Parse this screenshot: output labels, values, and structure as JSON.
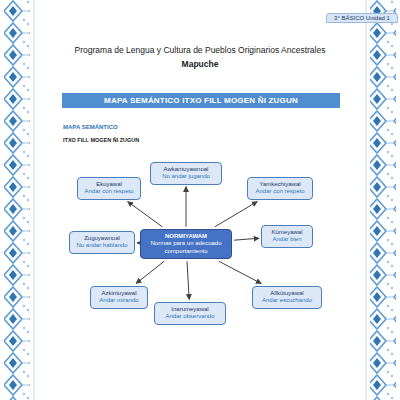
{
  "diagram": {
    "title": "Programa de Lengua y Cultura de Pueblos Originarios Ancestrales",
    "nodes": [
      {
        "text": [
          "3° BÁSICO Unidad 1"
        ]
      },
      {
        "text": [
          "MAPA SEMÁNTICO ITXO FILL MOGEN ÑI ZUGUN"
        ]
      },
      {
        "text": [
          "Awkantuyawnoal",
          "No andar jugando"
        ]
      },
      {
        "text": [
          "Ekuyawal",
          "Andar con respeto"
        ]
      },
      {
        "text": [
          "Yamkechiyawal",
          "Andar con respeto"
        ]
      },
      {
        "text": [
          "Zuguyawnoal",
          "No andar hablando"
        ]
      },
      {
        "text": [
          "NORMIYAWAM",
          "Normas para un adecuado comportamiento"
        ]
      },
      {
        "text": [
          "Kümeyawal",
          "Andar bien"
        ]
      },
      {
        "text": [
          "Azkintuyawal",
          "Andar mirando"
        ]
      },
      {
        "text": [
          "Allkütuyawal",
          "Andar escuchando"
        ]
      },
      {
        "text": [
          "Inarumeyawal",
          "Andar observando"
        ]
      }
    ],
    "edges": [
      {
        "from": 6,
        "to": 2,
        "arrow": "to"
      },
      {
        "from": 6,
        "to": 3,
        "arrow": "to"
      },
      {
        "from": 6,
        "to": 4,
        "arrow": "to"
      },
      {
        "from": 6,
        "to": 5,
        "arrow": "to"
      },
      {
        "from": 6,
        "to": 7,
        "arrow": "to"
      },
      {
        "from": 6,
        "to": 8,
        "arrow": "to"
      },
      {
        "from": 6,
        "to": 9,
        "arrow": "to"
      },
      {
        "from": 6,
        "to": 10,
        "arrow": "to"
      }
    ],
    "labels": [
      "Mapuche",
      "MAPA SEMÁNTICO",
      "ITXO FILL MOGEN ÑI ZUGUN"
    ]
  }
}
